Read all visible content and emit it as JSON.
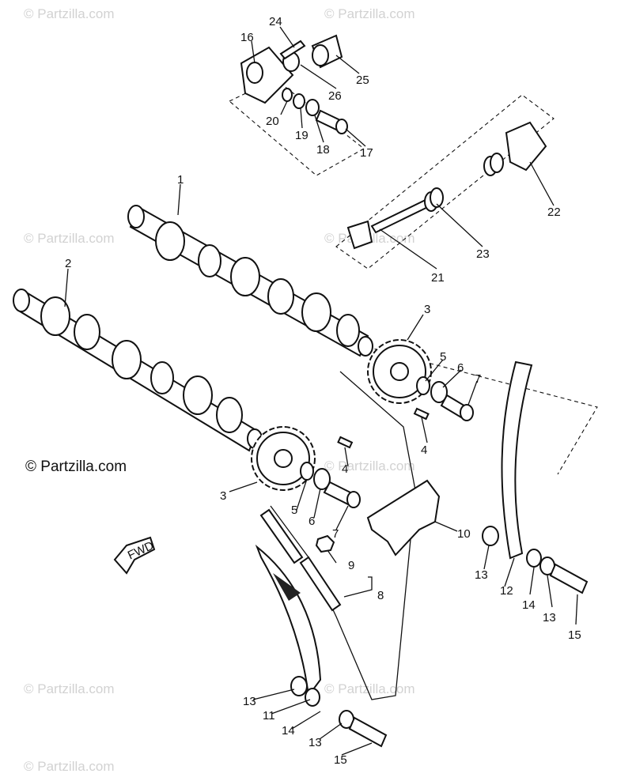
{
  "watermarks": [
    "© Partzilla.com",
    "© Partzilla.com",
    "© Partzilla.com",
    "© Partzilla.com",
    "© Partzilla.com",
    "© Partzilla.com",
    "© Partzilla.com",
    "© Partzilla.com"
  ],
  "credit": "© Partzilla.com",
  "fwd_label": "FWD",
  "callouts": [
    "1",
    "2",
    "3",
    "3",
    "4",
    "4",
    "5",
    "5",
    "6",
    "6",
    "7",
    "7",
    "8",
    "9",
    "10",
    "11",
    "12",
    "13",
    "13",
    "13",
    "13",
    "14",
    "14",
    "15",
    "15",
    "16",
    "17",
    "18",
    "19",
    "20",
    "21",
    "22",
    "23",
    "24",
    "25",
    "26"
  ]
}
